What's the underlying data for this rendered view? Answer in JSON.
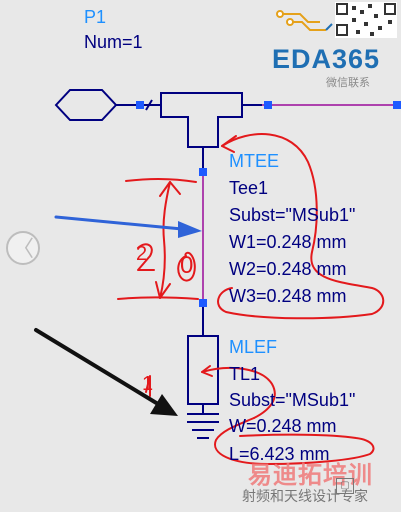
{
  "logo": {
    "brand": "EDA365",
    "subtitle": "微信联系"
  },
  "port": {
    "name": "P1",
    "param": "Num=1"
  },
  "mtee": {
    "type": "MTEE",
    "name": "Tee1",
    "params": [
      "Subst=\"MSub1\"",
      "W1=0.248 mm",
      "W2=0.248 mm",
      "W3=0.248 mm"
    ]
  },
  "mlef": {
    "type": "MLEF",
    "name": "TL1",
    "params": [
      "Subst=\"MSub1\"",
      "W=0.248 mm",
      "L=6.423 mm"
    ]
  },
  "annotations": {
    "num1": "1",
    "num2": "2",
    "zero": "0"
  },
  "watermark": {
    "main": "易迪拓培训",
    "sub": "射频和天线设计专家"
  },
  "nav": {
    "prev_glyph": "〈"
  },
  "colors": {
    "wire": "#000080",
    "pin": "#1e5aff",
    "signal": "#9b0a9b",
    "label_type": "#1e90ff",
    "label_param": "#000080",
    "annotation": "#e3191c",
    "arrow": "#2f63d8"
  }
}
